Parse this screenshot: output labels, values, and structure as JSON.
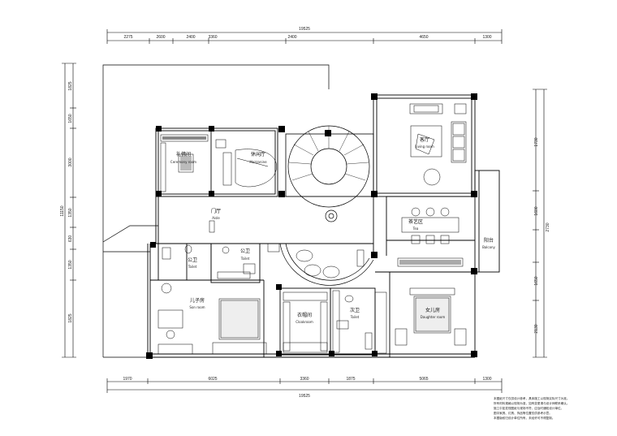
{
  "dimensions": {
    "top_total": "19525",
    "top_segments": [
      "2275",
      "2600",
      "2400",
      "3360",
      "2400",
      "4650",
      "1300"
    ],
    "bottom_total": "19525",
    "bottom_segments": [
      "1970",
      "6025",
      "3360",
      "1875",
      "5065",
      "1300"
    ],
    "left_total": "11150",
    "left_segments": [
      "1825",
      "1650",
      "3000",
      "1350",
      "630",
      "1350",
      "1825"
    ],
    "right_segments": [
      "1730",
      "1600",
      "1650",
      "2130"
    ],
    "right_total": "2730"
  },
  "rooms": {
    "ceremony": {
      "cn": "礼佛间",
      "en": "Ceremony room"
    },
    "leisure": {
      "cn": "休闲厅",
      "en": "Mezzanine"
    },
    "living": {
      "cn": "客厅",
      "en": "Living room"
    },
    "hall": {
      "cn": "门厅",
      "en": "Aisle"
    },
    "toilet1": {
      "cn": "公卫",
      "en": "Toilet"
    },
    "toilet2": {
      "cn": "公卫",
      "en": "Toilet"
    },
    "toilet3": {
      "cn": "次卫",
      "en": "Toilet"
    },
    "tea": {
      "cn": "茶艺区",
      "en": "Tea"
    },
    "balcony": {
      "cn": "阳台",
      "en": "Balcony"
    },
    "son": {
      "cn": "儿子房",
      "en": "Son room"
    },
    "cloak": {
      "cn": "衣帽间",
      "en": "Cloakroom"
    },
    "daughter": {
      "cn": "女儿房",
      "en": "Daughter room"
    }
  },
  "notes": [
    "本图纸尺寸仅供设计参考，具体施工以现场实际尺寸为准。",
    "所有材料规格以现场为准，如有变更请与设计师联系确认。",
    "施工中如发现图纸与现场不符，应及时通知设计单位。",
    "图中家具、灯具、饰品等位置仅供参考示意。",
    "本图版权归设计单位所有，未经许可不得复制。"
  ]
}
